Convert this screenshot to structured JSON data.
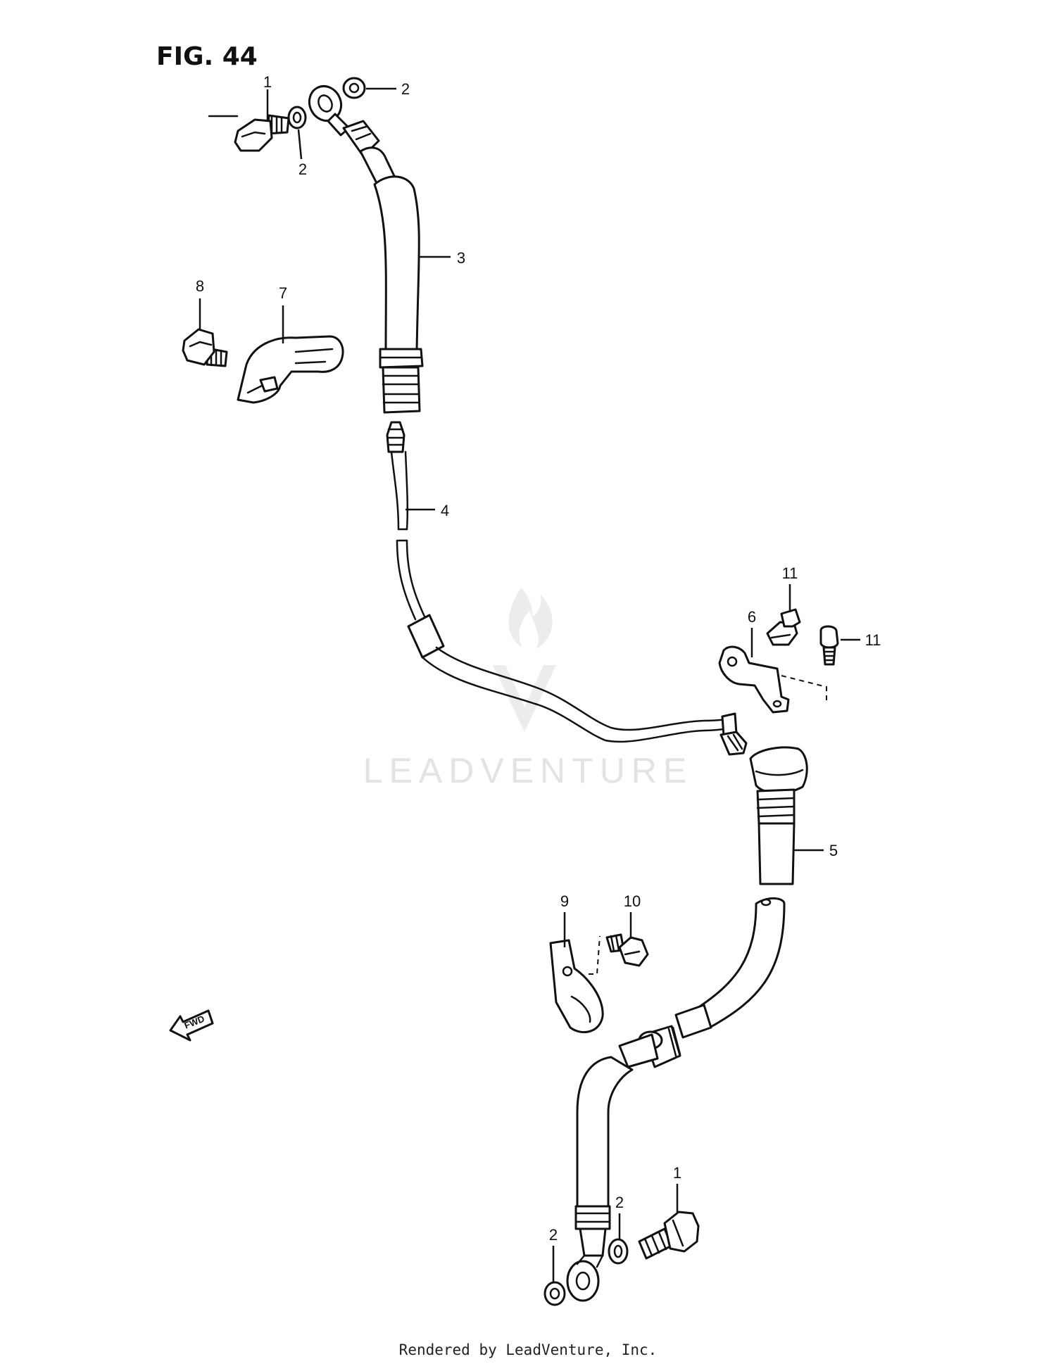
{
  "figure": {
    "title": "FIG. 44"
  },
  "callouts": {
    "banjo_bolt_top": "1",
    "banjo_bolt_bottom": "1",
    "washer_top_a": "2",
    "washer_top_b": "2",
    "washer_bottom_a": "2",
    "washer_bottom_b": "2",
    "upper_brake_hose": "3",
    "brake_pipe": "4",
    "lower_brake_hose": "5",
    "pipe_bracket": "6",
    "hose_clamp": "7",
    "clamp_bolt": "8",
    "lower_clamp": "9",
    "lower_clamp_bolt": "10",
    "bracket_bolt_a": "11",
    "bracket_bolt_b": "11"
  },
  "direction_indicator": {
    "label": "FWD"
  },
  "watermark": {
    "brand": "LEADVENTURE"
  },
  "footer": {
    "text": "Rendered by LeadVenture, Inc."
  }
}
